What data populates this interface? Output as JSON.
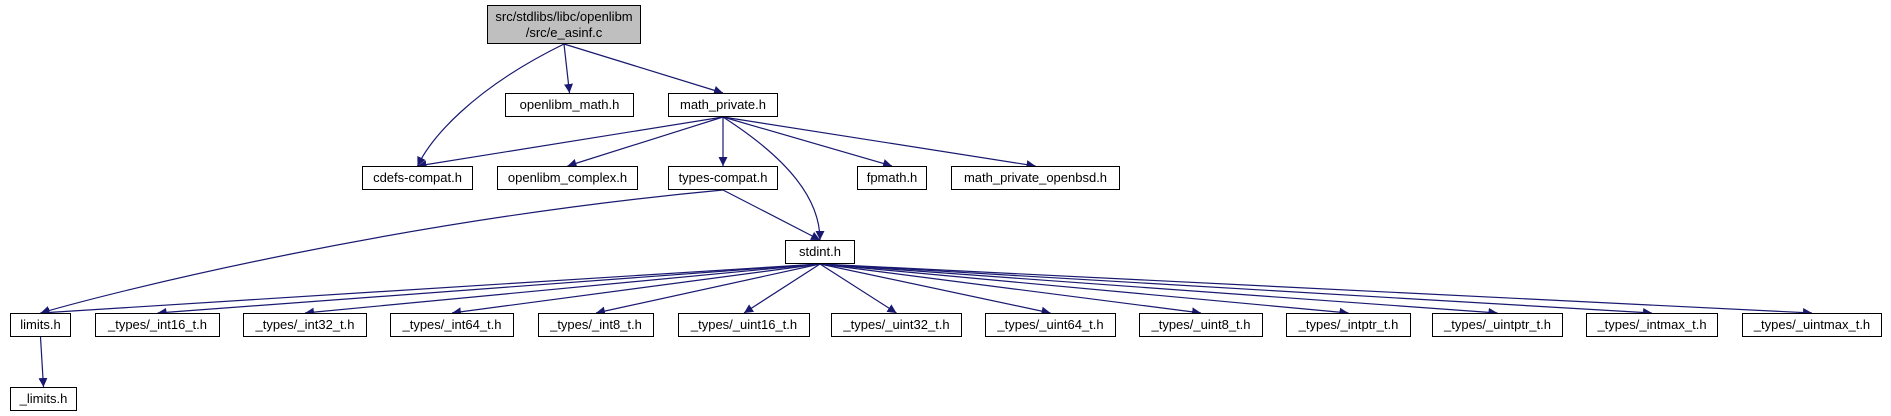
{
  "colors": {
    "edge": "#191970",
    "node_border": "#000000",
    "node_fill": "#ffffff",
    "root_fill": "#bfbfbf"
  },
  "nodes": {
    "root": [
      "src/stdlibs/libc/openlibm",
      "/src/e_asinf.c"
    ],
    "openlibm_math": "openlibm_math.h",
    "math_private": "math_private.h",
    "cdefs_compat": "cdefs-compat.h",
    "openlibm_complex": "openlibm_complex.h",
    "types_compat": "types-compat.h",
    "fpmath": "fpmath.h",
    "math_private_openbsd": "math_private_openbsd.h",
    "stdint": "stdint.h",
    "limits": "limits.h",
    "int16": "_types/_int16_t.h",
    "int32": "_types/_int32_t.h",
    "int64": "_types/_int64_t.h",
    "int8": "_types/_int8_t.h",
    "uint16": "_types/_uint16_t.h",
    "uint32": "_types/_uint32_t.h",
    "uint64": "_types/_uint64_t.h",
    "uint8": "_types/_uint8_t.h",
    "intptr": "_types/_intptr_t.h",
    "uintptr": "_types/_uintptr_t.h",
    "intmax": "_types/_intmax_t.h",
    "uintmax": "_types/_uintmax_t.h",
    "_limits": "_limits.h"
  },
  "edges": [
    [
      "root",
      "cdefs_compat"
    ],
    [
      "root",
      "openlibm_math"
    ],
    [
      "root",
      "math_private"
    ],
    [
      "math_private",
      "cdefs_compat"
    ],
    [
      "math_private",
      "openlibm_complex"
    ],
    [
      "math_private",
      "types_compat"
    ],
    [
      "math_private",
      "stdint"
    ],
    [
      "math_private",
      "fpmath"
    ],
    [
      "math_private",
      "math_private_openbsd"
    ],
    [
      "types_compat",
      "limits"
    ],
    [
      "types_compat",
      "stdint"
    ],
    [
      "stdint",
      "limits"
    ],
    [
      "stdint",
      "int16"
    ],
    [
      "stdint",
      "int32"
    ],
    [
      "stdint",
      "int64"
    ],
    [
      "stdint",
      "int8"
    ],
    [
      "stdint",
      "uint16"
    ],
    [
      "stdint",
      "uint32"
    ],
    [
      "stdint",
      "uint64"
    ],
    [
      "stdint",
      "uint8"
    ],
    [
      "stdint",
      "intptr"
    ],
    [
      "stdint",
      "uintptr"
    ],
    [
      "stdint",
      "intmax"
    ],
    [
      "stdint",
      "uintmax"
    ],
    [
      "limits",
      "_limits"
    ]
  ]
}
